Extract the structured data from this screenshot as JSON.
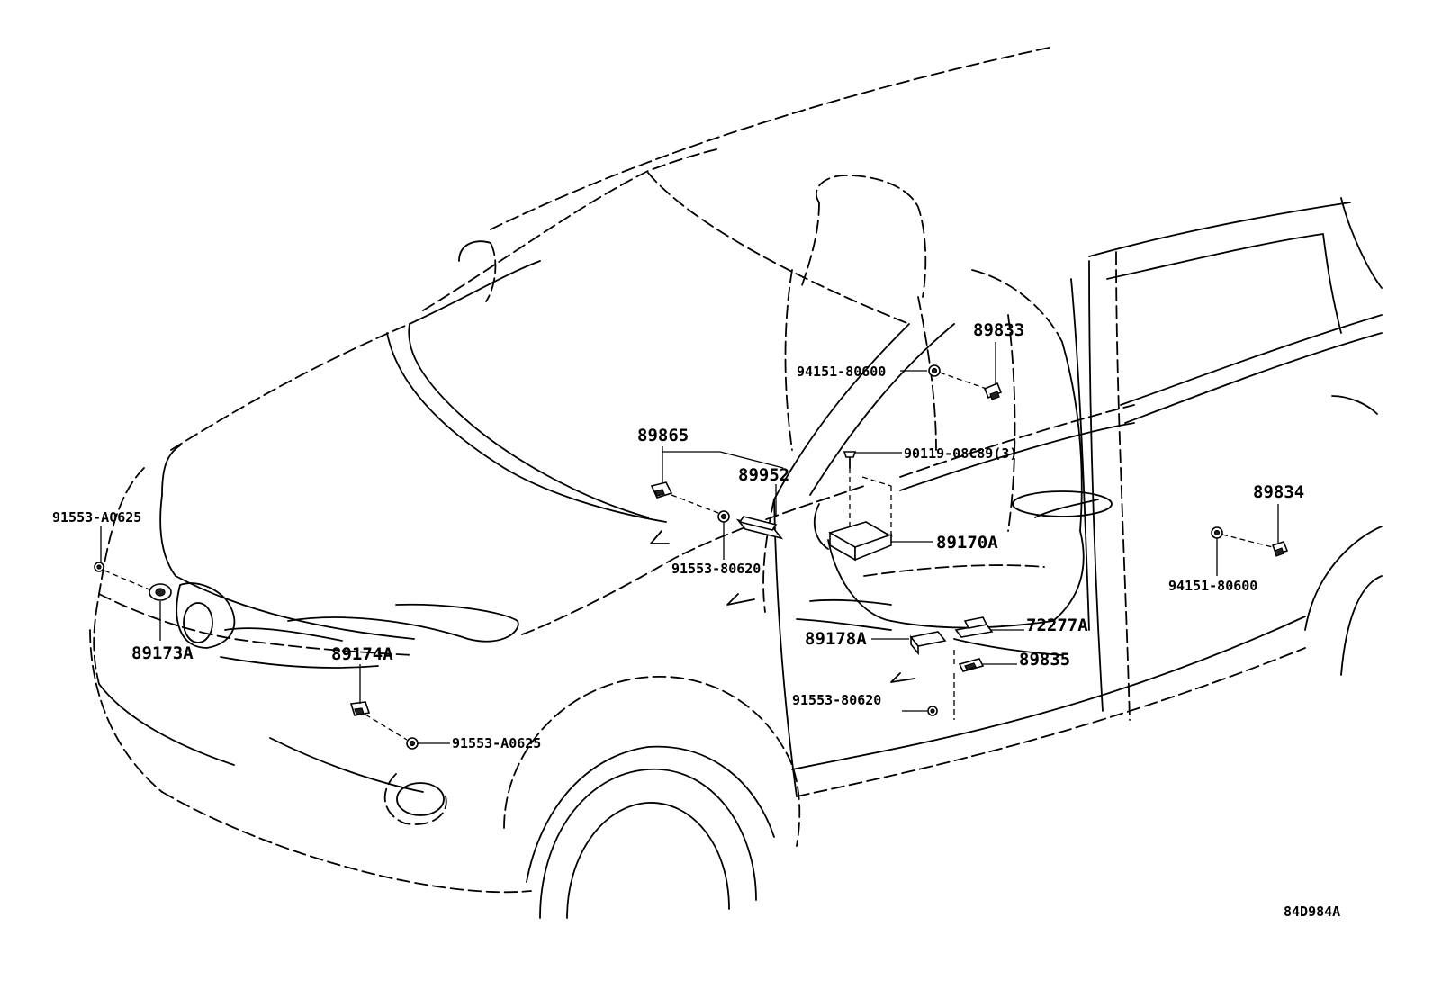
{
  "diagram_code": "84D984A",
  "labels": {
    "p89833": "89833",
    "p94151_upper": "94151-80600",
    "p89865": "89865",
    "p90119": "90119-08C89(3)",
    "p89952": "89952",
    "p89834": "89834",
    "p91553_a0625_left": "91553-A0625",
    "p89170a": "89170A",
    "p91553_80620_upper": "91553-80620",
    "p94151_right": "94151-80600",
    "p89173a": "89173A",
    "p89178a": "89178A",
    "p72277a": "72277A",
    "p89174a": "89174A",
    "p89835": "89835",
    "p91553_80620_lower": "91553-80620",
    "p91553_a0625_bottom": "91553-A0625"
  }
}
